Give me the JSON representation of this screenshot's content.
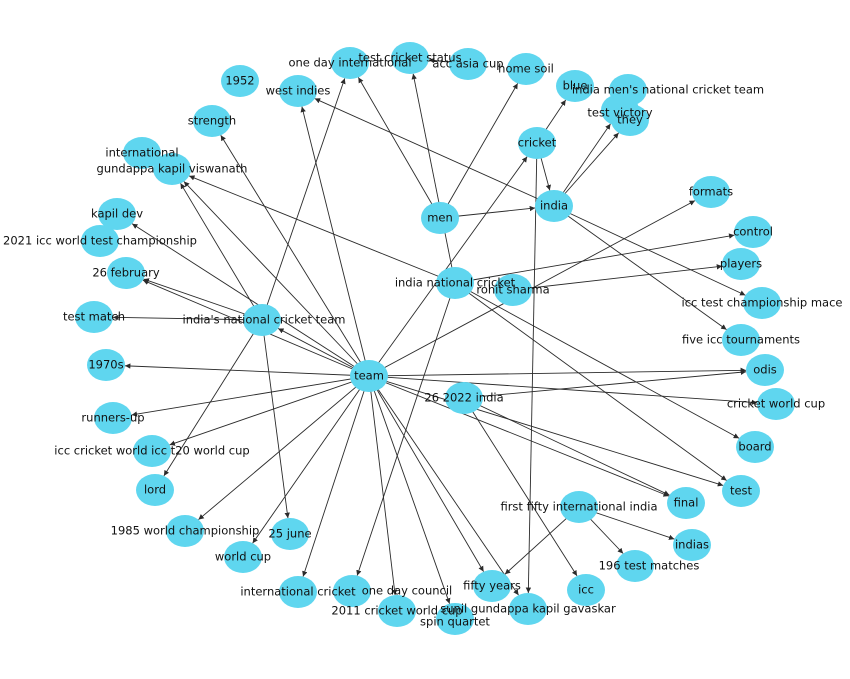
{
  "graph": {
    "node_color": "#5fd6ef",
    "edge_color": "#2b2b2b",
    "nodes": [
      {
        "id": "team",
        "label": "team"
      },
      {
        "id": "india",
        "label": "india"
      },
      {
        "id": "cricket",
        "label": "cricket"
      },
      {
        "id": "men",
        "label": "men"
      },
      {
        "id": "india_national_cricket",
        "label": "india national cricket"
      },
      {
        "id": "indias_national_cricket_team",
        "label": "india's national cricket team"
      },
      {
        "id": "ind_26_2022",
        "label": "26 2022 india"
      },
      {
        "id": "first_fifty",
        "label": "first fifty international india"
      },
      {
        "id": "rohit_sharma",
        "label": "rohit sharma"
      },
      {
        "id": "test_cricket_status",
        "label": "test cricket status"
      },
      {
        "id": "one_day_international",
        "label": "one day international"
      },
      {
        "id": "acc_asia_cup",
        "label": "acc asia cup"
      },
      {
        "id": "home_soil",
        "label": "home soil"
      },
      {
        "id": "blue",
        "label": "blue"
      },
      {
        "id": "india_mens",
        "label": "india men's national cricket team"
      },
      {
        "id": "test_victory",
        "label": "test victory"
      },
      {
        "id": "they",
        "label": "they"
      },
      {
        "id": "y1952",
        "label": "1952"
      },
      {
        "id": "west_indies",
        "label": "west indies"
      },
      {
        "id": "strength",
        "label": "strength"
      },
      {
        "id": "international",
        "label": "international"
      },
      {
        "id": "gundappa",
        "label": "gundappa kapil viswanath"
      },
      {
        "id": "kapil_dev",
        "label": "kapil dev"
      },
      {
        "id": "wtc2021",
        "label": "2021 icc world test championship"
      },
      {
        "id": "feb26",
        "label": "26 february"
      },
      {
        "id": "test_match",
        "label": "test match"
      },
      {
        "id": "y1970s",
        "label": "1970s"
      },
      {
        "id": "runners_up",
        "label": "runners-up"
      },
      {
        "id": "icc_t20",
        "label": "icc cricket world icc t20 world cup"
      },
      {
        "id": "lord",
        "label": "lord"
      },
      {
        "id": "wc1985",
        "label": "1985 world championship"
      },
      {
        "id": "june25",
        "label": "25 june"
      },
      {
        "id": "world_cup",
        "label": "world cup"
      },
      {
        "id": "int_cricket",
        "label": "international cricket"
      },
      {
        "id": "odc",
        "label": "one day council"
      },
      {
        "id": "wc2011",
        "label": "2011 cricket world cup"
      },
      {
        "id": "spin_quartet",
        "label": "spin quartet"
      },
      {
        "id": "sunil",
        "label": "sunil gundappa kapil gavaskar"
      },
      {
        "id": "fifty_years",
        "label": "fifty years"
      },
      {
        "id": "icc",
        "label": "icc"
      },
      {
        "id": "tests196",
        "label": "196 test matches"
      },
      {
        "id": "indias",
        "label": "indias"
      },
      {
        "id": "final",
        "label": "final"
      },
      {
        "id": "test",
        "label": "test"
      },
      {
        "id": "board",
        "label": "board"
      },
      {
        "id": "cwc",
        "label": "cricket world cup"
      },
      {
        "id": "odis",
        "label": "odis"
      },
      {
        "id": "five_icc",
        "label": "five icc tournaments"
      },
      {
        "id": "icc_tcm",
        "label": "icc test championship mace"
      },
      {
        "id": "players",
        "label": "players"
      },
      {
        "id": "control",
        "label": "control"
      },
      {
        "id": "formats",
        "label": "formats"
      }
    ],
    "edges": [
      [
        "team",
        "y1970s"
      ],
      [
        "team",
        "runners_up"
      ],
      [
        "team",
        "icc_t20"
      ],
      [
        "team",
        "wc1985"
      ],
      [
        "team",
        "world_cup"
      ],
      [
        "team",
        "int_cricket"
      ],
      [
        "team",
        "wc2011"
      ],
      [
        "team",
        "spin_quartet"
      ],
      [
        "team",
        "sunil"
      ],
      [
        "team",
        "fifty_years"
      ],
      [
        "team",
        "strength"
      ],
      [
        "team",
        "west_indies"
      ],
      [
        "team",
        "kapil_dev"
      ],
      [
        "team",
        "feb26"
      ],
      [
        "team",
        "cwc"
      ],
      [
        "team",
        "odis"
      ],
      [
        "team",
        "formats"
      ],
      [
        "team",
        "cricket"
      ],
      [
        "team",
        "indias_national_cricket_team"
      ],
      [
        "team",
        "gundappa"
      ],
      [
        "team",
        "test"
      ],
      [
        "team",
        "final"
      ],
      [
        "indias_national_cricket_team",
        "test_match"
      ],
      [
        "indias_national_cricket_team",
        "one_day_international"
      ],
      [
        "indias_national_cricket_team",
        "lord"
      ],
      [
        "indias_national_cricket_team",
        "june25"
      ],
      [
        "indias_national_cricket_team",
        "gundappa"
      ],
      [
        "indias_national_cricket_team",
        "feb26"
      ],
      [
        "india_national_cricket",
        "test_cricket_status"
      ],
      [
        "india_national_cricket",
        "gundappa"
      ],
      [
        "india_national_cricket",
        "control"
      ],
      [
        "india_national_cricket",
        "board"
      ],
      [
        "india_national_cricket",
        "test"
      ],
      [
        "india_national_cricket",
        "odc"
      ],
      [
        "men",
        "india"
      ],
      [
        "men",
        "home_soil"
      ],
      [
        "men",
        "one_day_international"
      ],
      [
        "cricket",
        "india"
      ],
      [
        "cricket",
        "blue"
      ],
      [
        "cricket",
        "sunil"
      ],
      [
        "india",
        "test_victory"
      ],
      [
        "india",
        "they"
      ],
      [
        "india",
        "five_icc"
      ],
      [
        "india",
        "icc_tcm"
      ],
      [
        "india",
        "west_indies"
      ],
      [
        "ind_26_2022",
        "odis"
      ],
      [
        "ind_26_2022",
        "icc"
      ],
      [
        "ind_26_2022",
        "final"
      ],
      [
        "first_fifty",
        "fifty_years"
      ],
      [
        "first_fifty",
        "tests196"
      ],
      [
        "first_fifty",
        "indias"
      ],
      [
        "acc_asia_cup",
        "test_cricket_status"
      ],
      [
        "rohit_sharma",
        "players"
      ]
    ]
  }
}
